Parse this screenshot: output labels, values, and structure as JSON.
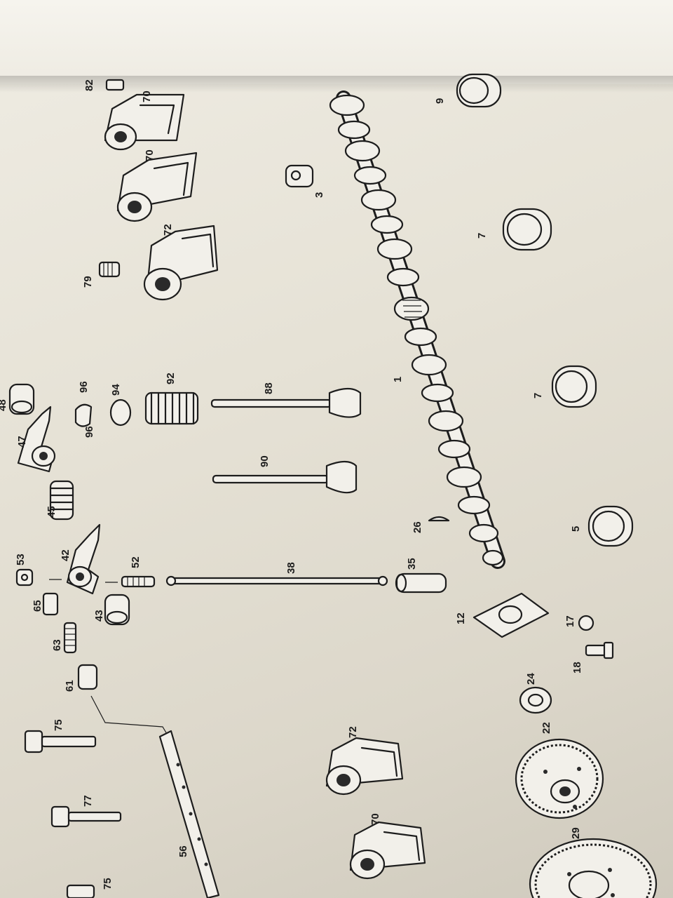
{
  "callouts": {
    "c82": "82",
    "c70a": "70",
    "c70b": "70",
    "c72a": "72",
    "c9": "9",
    "c3": "3",
    "c79": "79",
    "c7a": "7",
    "c7b": "7",
    "c1": "1",
    "c48": "48",
    "c47": "47",
    "c96a": "96",
    "c96b": "96",
    "c94": "94",
    "c92": "92",
    "c88": "88",
    "c90": "90",
    "c45": "45",
    "c26": "26",
    "c5": "5",
    "c53": "53",
    "c42": "42",
    "c65": "65",
    "c52": "52",
    "c38": "38",
    "c35": "35",
    "c43": "43",
    "c63": "63",
    "c12": "12",
    "c61": "61",
    "c17": "17",
    "c18": "18",
    "c75a": "75",
    "c24": "24",
    "c72b": "72",
    "c22": "22",
    "c77": "77",
    "c70c": "70",
    "c56": "56",
    "c29": "29",
    "c75b": "75"
  }
}
